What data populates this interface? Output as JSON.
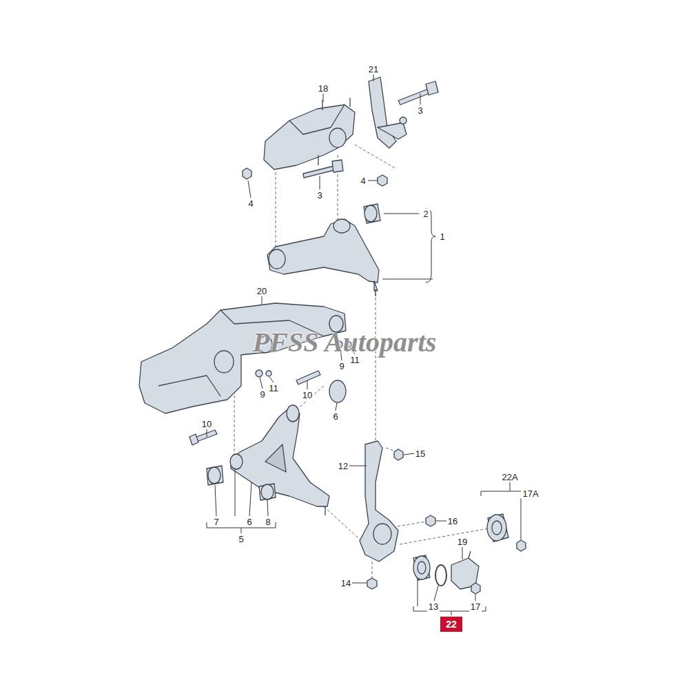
{
  "diagram": {
    "nodes": [
      {
        "text": [
          "22"
        ]
      }
    ],
    "labels": [
      "21",
      "18",
      "3",
      "4",
      "3",
      "4",
      "2",
      "1",
      "20",
      "PFSS Autoparts",
      "9",
      "11",
      "9",
      "11",
      "10",
      "6",
      "10",
      "12",
      "15",
      "16",
      "22A",
      "17A",
      "7",
      "6",
      "8",
      "5",
      "19",
      "14",
      "13",
      "17"
    ]
  }
}
